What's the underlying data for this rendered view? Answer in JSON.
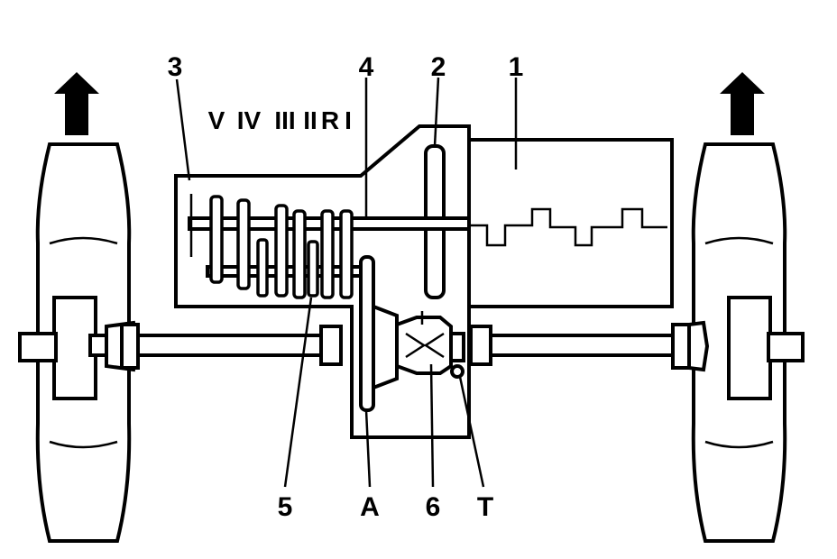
{
  "diagram": {
    "callouts": {
      "c1": "1",
      "c2": "2",
      "c3": "3",
      "c4": "4",
      "c5": "5",
      "cA": "A",
      "c6": "6",
      "cT": "T"
    },
    "gear_labels": {
      "g5": "V",
      "g4": "IV",
      "g3": "III",
      "g2": "II",
      "gR": "R",
      "g1": "I"
    },
    "icons": {
      "left_arrow": "up-arrow-icon",
      "right_arrow": "up-arrow-icon"
    }
  }
}
